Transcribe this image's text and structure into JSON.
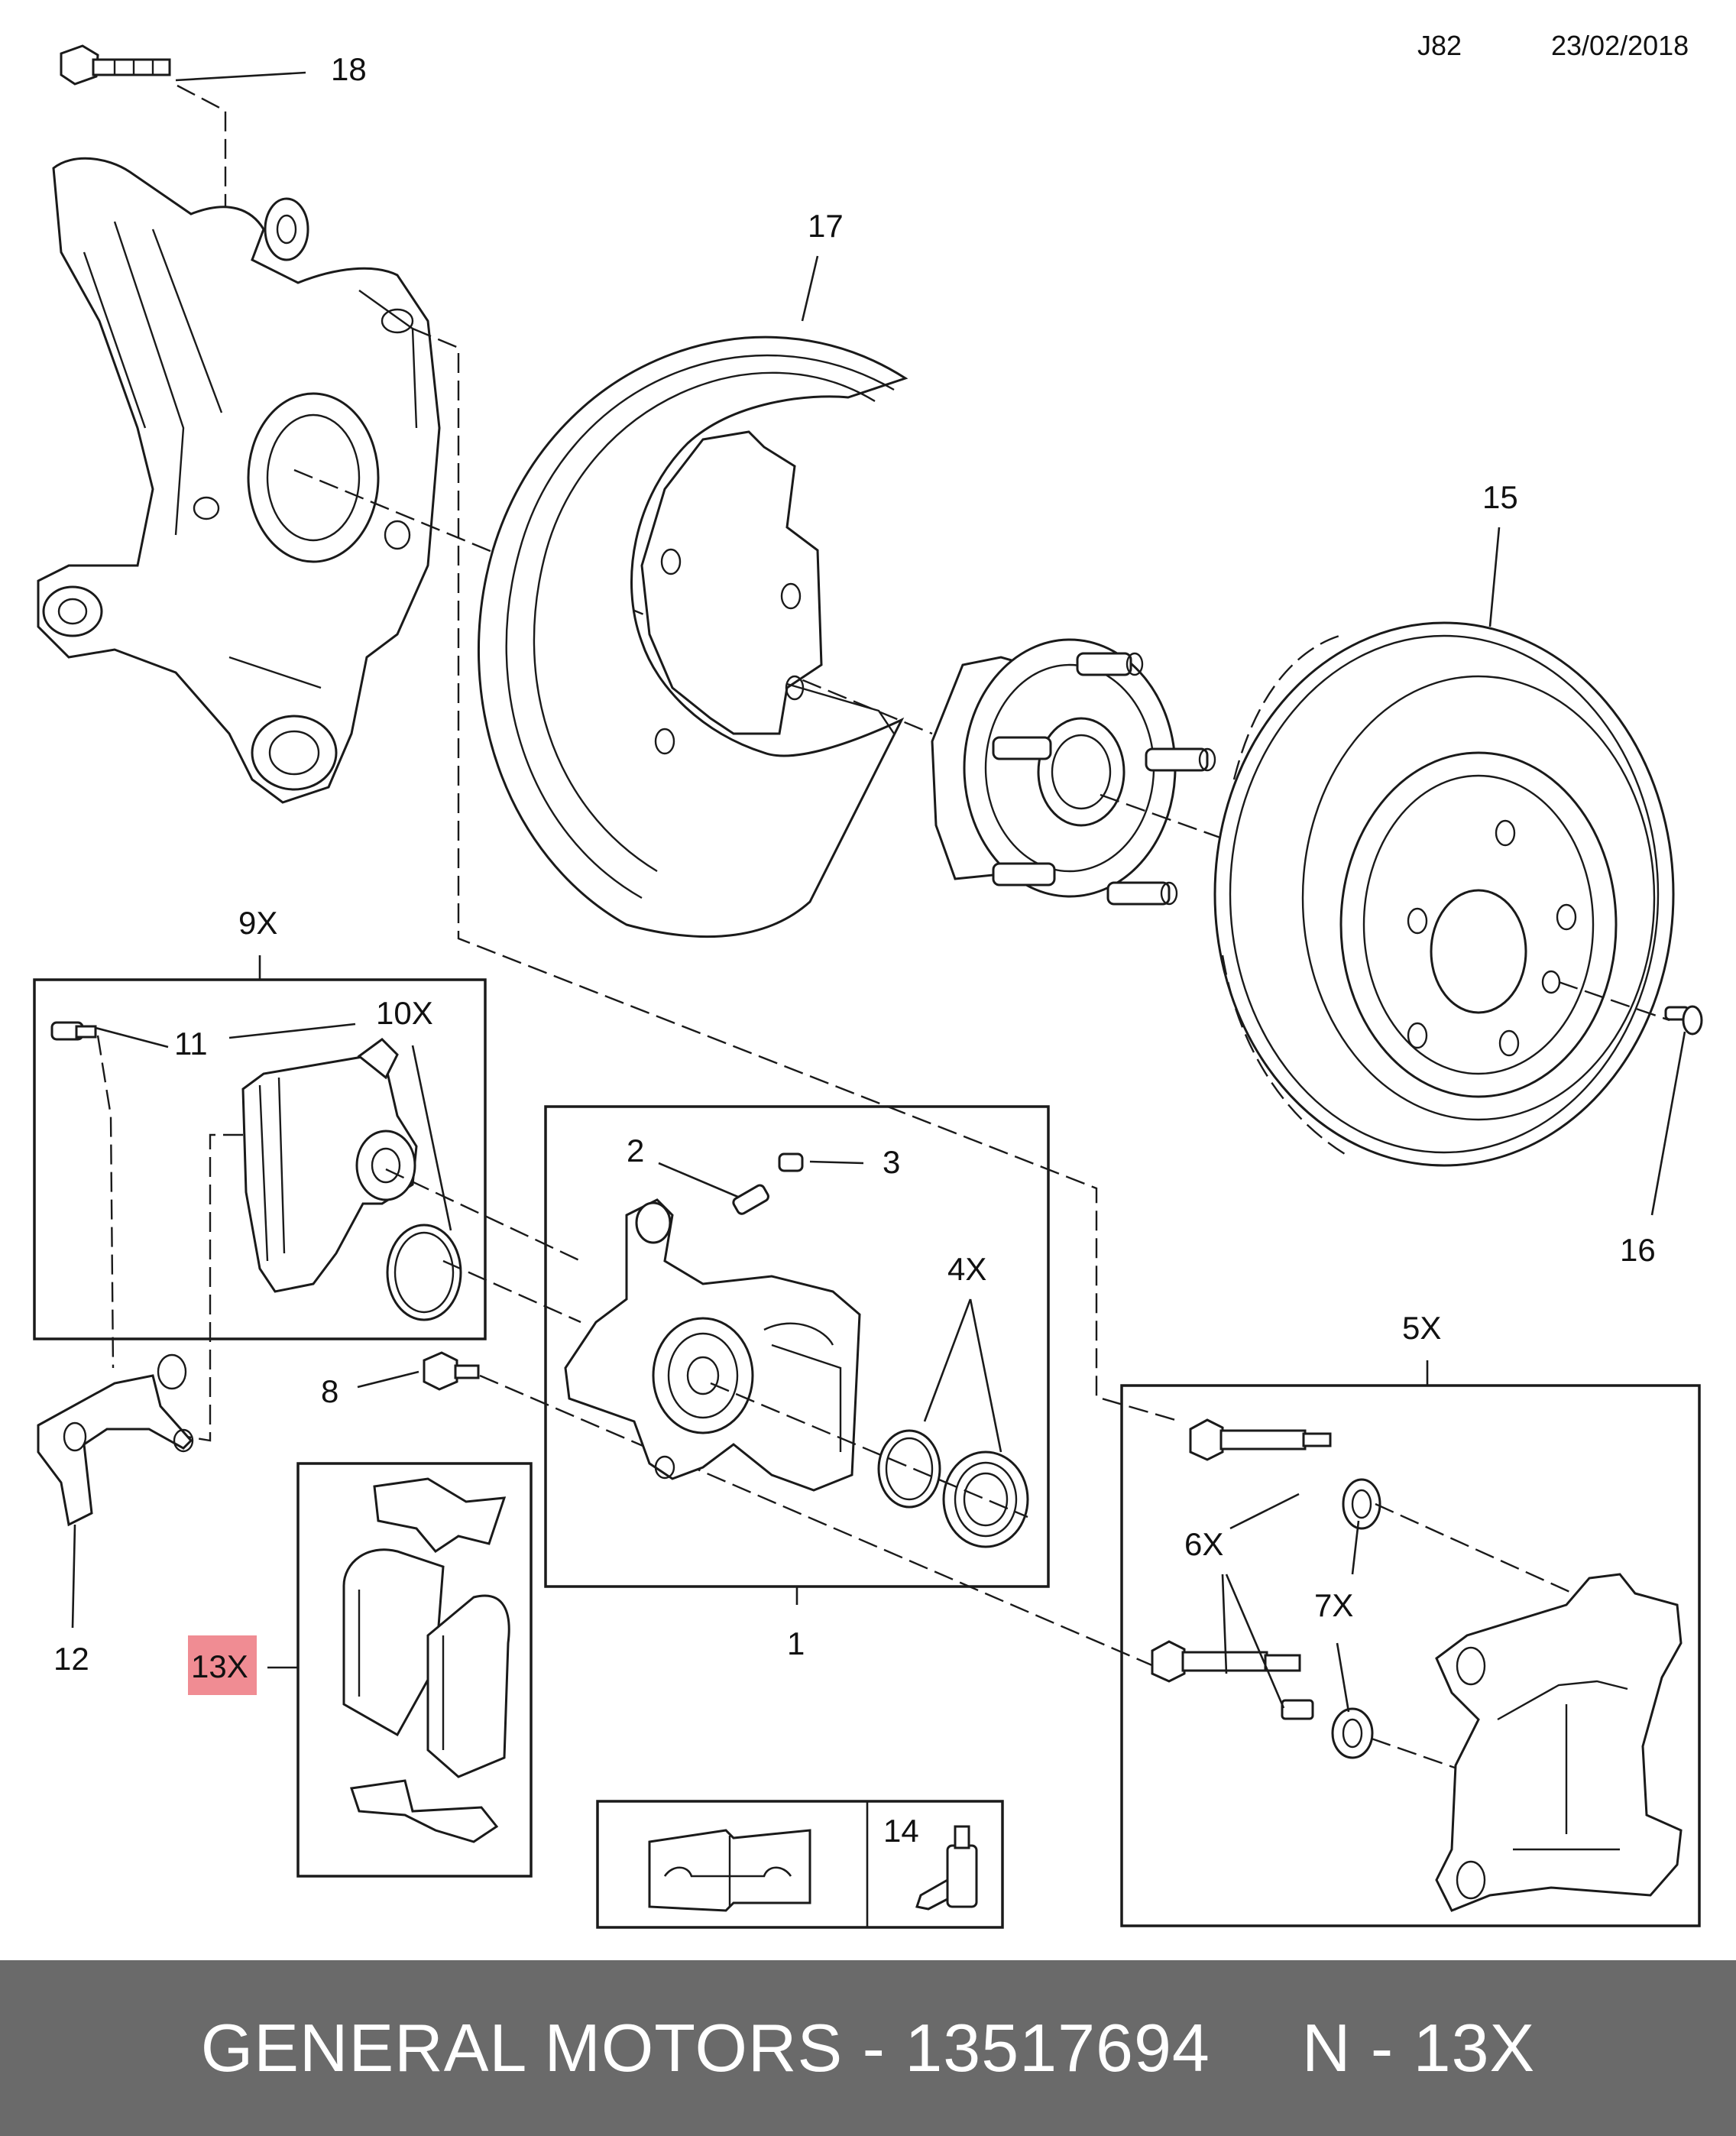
{
  "header": {
    "code": "J82",
    "date": "23/02/2018"
  },
  "labels": {
    "p1": "1",
    "p2": "2",
    "p3": "3",
    "p4": "4X",
    "p5": "5X",
    "p6": "6X",
    "p7": "7X",
    "p8": "8",
    "p9": "9X",
    "p10": "10X",
    "p11": "11",
    "p12": "12",
    "p13": "13X",
    "p14": "14",
    "p15": "15",
    "p16": "16",
    "p17": "17",
    "p18": "18"
  },
  "highlight": {
    "label": "13X",
    "color": "#f08c93"
  },
  "footer": {
    "brand_part": "GENERAL MOTORS - 13517694",
    "ref": "N - 13X"
  },
  "colors": {
    "footer_bg": "#6a6a6a",
    "footer_text": "#ffffff",
    "line": "#1a1a1a"
  }
}
